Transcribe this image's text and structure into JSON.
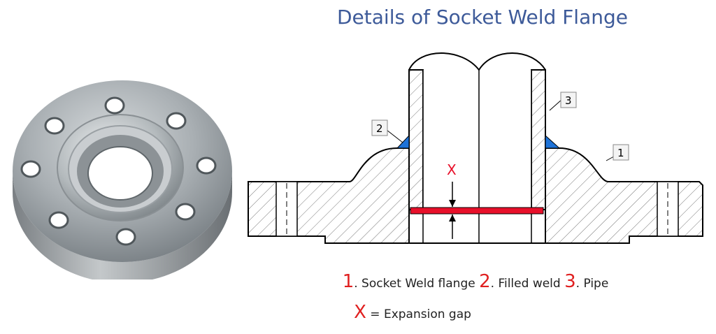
{
  "title": "Details of Socket Weld Flange",
  "callouts": {
    "c1": "1",
    "c2": "2",
    "c3": "3"
  },
  "gap_label": "X",
  "legend": {
    "n1": "1",
    "t1": ". Socket Weld flange ",
    "n2": "2",
    "t2": ". Filled weld ",
    "n3": "3",
    "t3": ". Pipe"
  },
  "legend2": {
    "sym": "X",
    "text": " = Expansion gap"
  },
  "colors": {
    "title": "#3d5a99",
    "weld": "#1e73d8",
    "gap": "#e8102a",
    "accent": "#e02020"
  }
}
